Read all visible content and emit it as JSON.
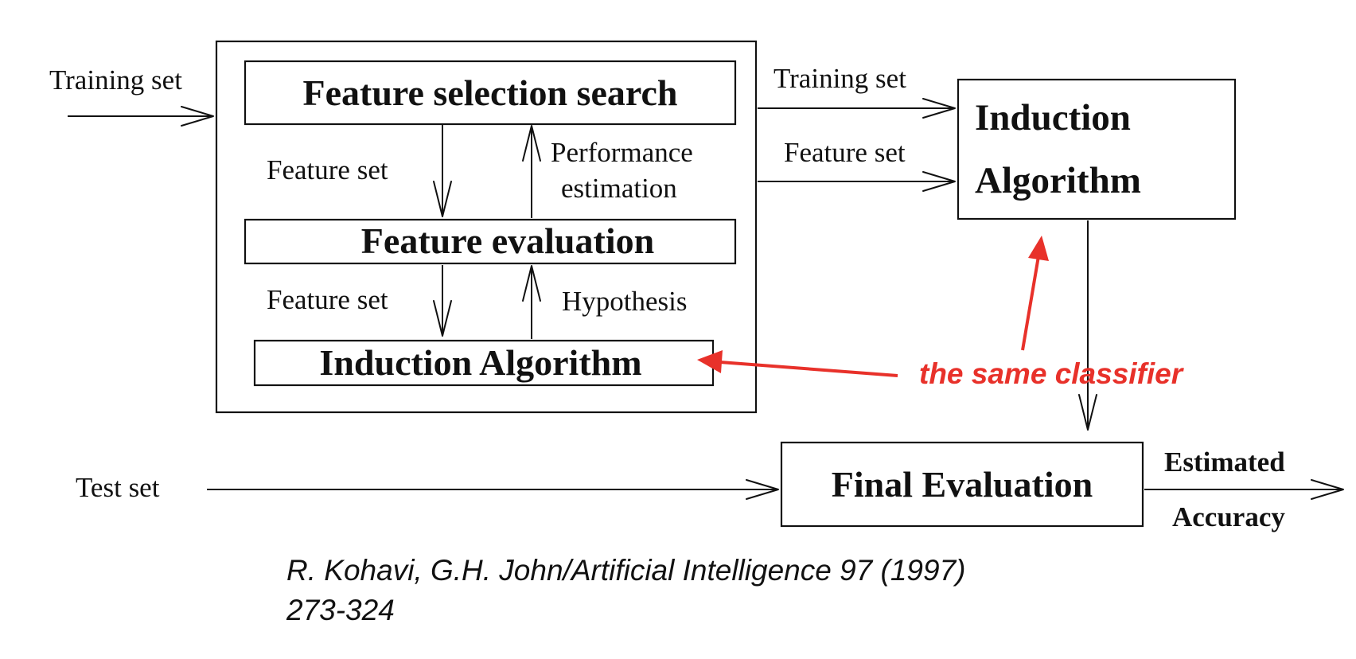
{
  "colors": {
    "ink": "#111111",
    "accent": "#e8312a",
    "background": "#ffffff"
  },
  "wrapper": {
    "input_label": "Training set",
    "search_box": "Feature selection search",
    "evaluation_box": "Feature evaluation",
    "inner_induction_box": "Induction Algorithm",
    "feature_set_down_1": "Feature set",
    "performance_line1": "Performance",
    "performance_line2": "estimation",
    "feature_set_down_2": "Feature set",
    "hypothesis": "Hypothesis"
  },
  "outer": {
    "training_set_label": "Training set",
    "feature_set_label": "Feature set",
    "induction_line1": "Induction",
    "induction_line2": "Algorithm",
    "test_set_label": "Test set",
    "final_evaluation": "Final Evaluation",
    "output_line1": "Estimated",
    "output_line2": "Accuracy"
  },
  "annotation": {
    "text": "the same classifier"
  },
  "citation": {
    "line1": "R. Kohavi, G.H. John/Artificial Intelligence 97 (1997)",
    "line2": "273-324"
  }
}
